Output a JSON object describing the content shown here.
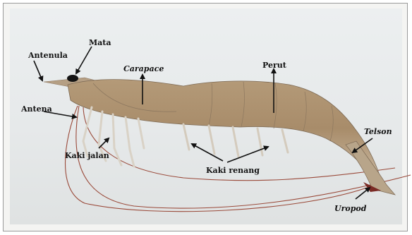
{
  "labels": {
    "antenula": "Antenula",
    "mata": "Mata",
    "carapace": "Carapace",
    "perut": "Perut",
    "antena": "Antena",
    "kaki_jalan": "Kaki jalan",
    "kaki_renang": "Kaki renang",
    "telson": "Telson",
    "uropod": "Uropod"
  }
}
